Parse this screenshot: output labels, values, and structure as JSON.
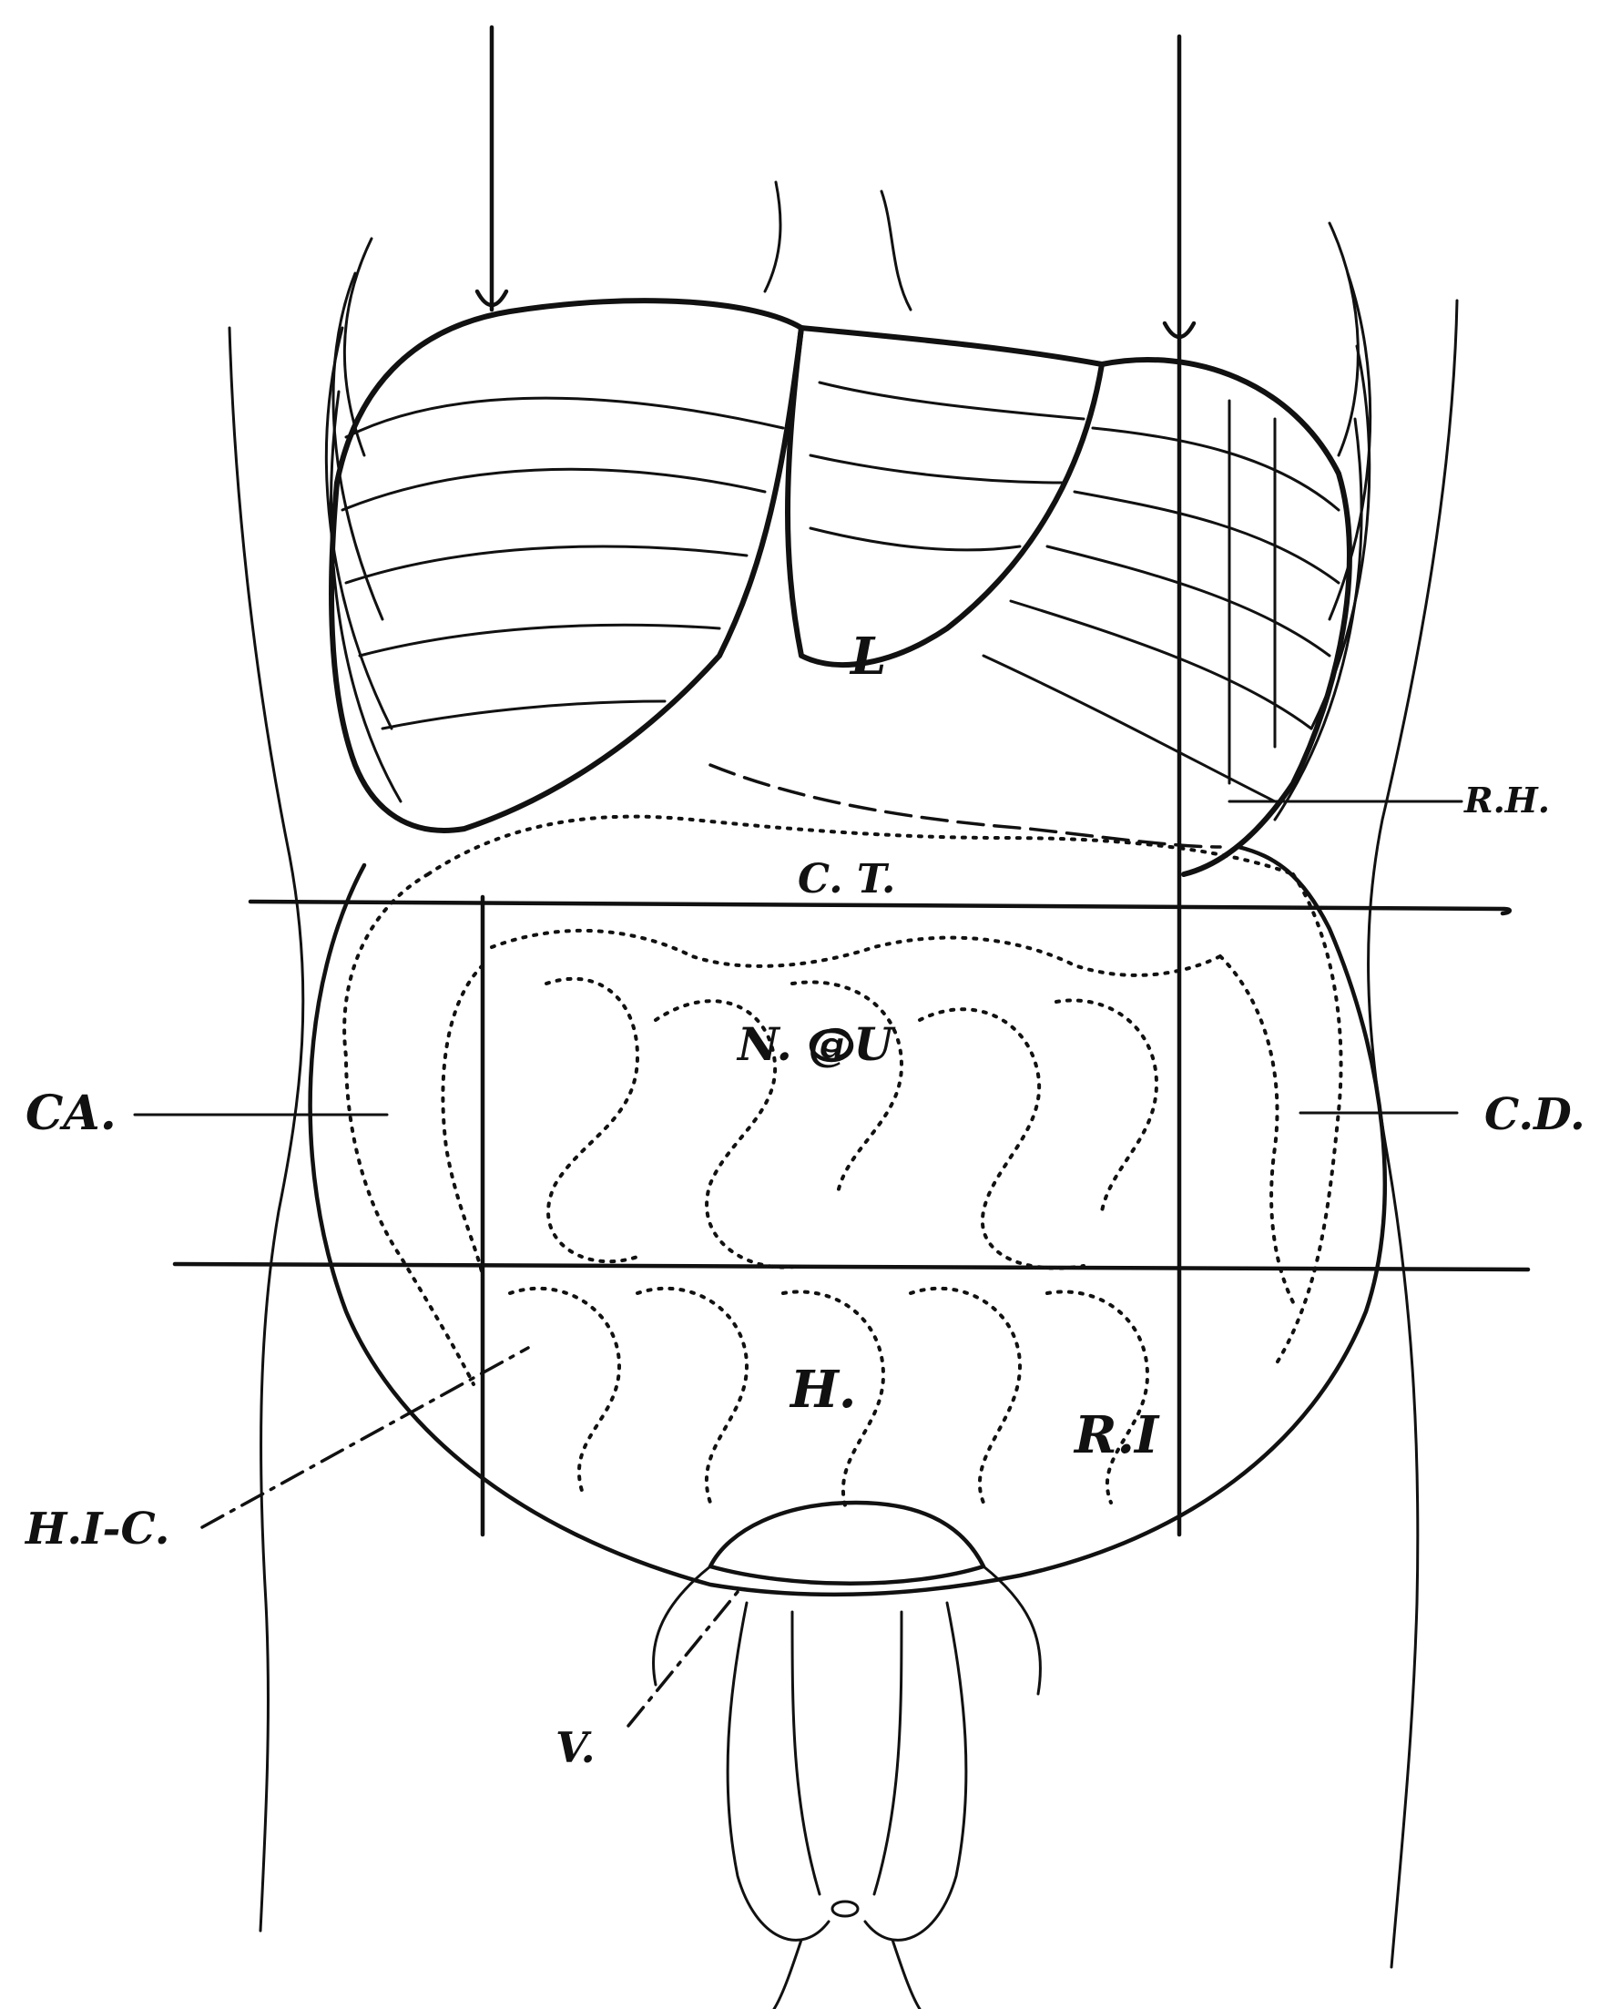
{
  "figure": {
    "labels": {
      "c_t": "C. T.",
      "n_u": "N. @U",
      "l": "L",
      "c_a": "CA.",
      "c_d": "C.D.",
      "h": "H.",
      "r_i": "R.I",
      "r_h": "R.H.",
      "h_ic": "H.I-C.",
      "v": "V."
    },
    "colors": {
      "ink": "#111111",
      "paper": "#ffffff"
    }
  }
}
